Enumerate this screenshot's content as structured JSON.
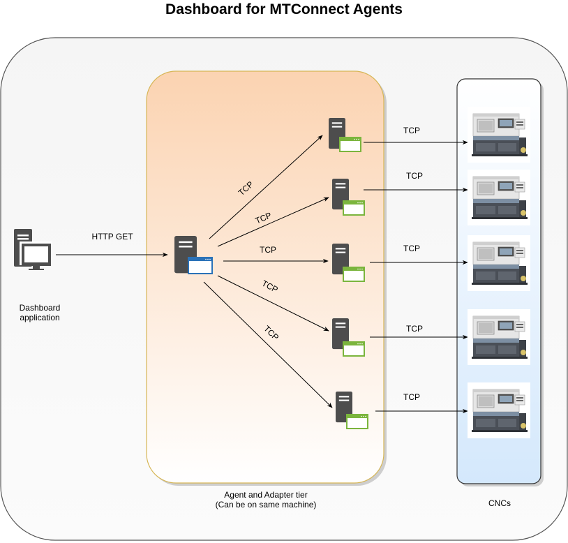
{
  "title": "Dashboard for MTConnect Agents",
  "dashboard": {
    "label_line1": "Dashboard",
    "label_line2": "application"
  },
  "http_label": "HTTP GET",
  "agent_tier": {
    "label_line1": "Agent and Adapter tier",
    "label_line2": "(Can be on same machine)"
  },
  "cnc_group": {
    "label": "CNCs"
  },
  "edge_label": "TCP",
  "colors": {
    "outer_container": "#f7f7f7",
    "agent_tier_gradient_top": "#fbd3b1",
    "agent_tier_gradient_bottom": "#ffffff",
    "agent_tier_border": "#d6b656",
    "cnc_gradient_bottom": "#d4e8fc",
    "server_dark": "#4d4d4d",
    "window_blue": "#2b72b8",
    "window_green": "#7bb53d"
  }
}
